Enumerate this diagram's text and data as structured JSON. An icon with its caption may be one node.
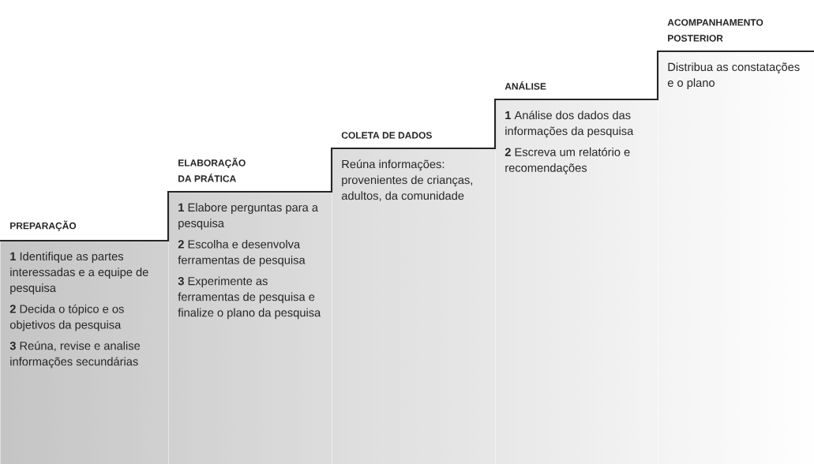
{
  "diagram": {
    "nodes": [
      {
        "text": [
          "PREPARAÇÃO",
          "**1** Identifique as partes interessadas e a equipe de pesquisa",
          "**2** Decida o tópico e os objetivos da pesquisa",
          "**3** Reúna, revise e analise informações secundárias"
        ]
      },
      {
        "text": [
          "ELABORAÇÃO DA PRÁTICA",
          "**1** Elabore perguntas para a pesquisa",
          "**2** Escolha e desenvolva ferramentas de pesquisa",
          "**3** Experimente as ferramentas de pesquisa e finalize o plano da pesquisa"
        ]
      },
      {
        "text": [
          "COLETA DE DADOS",
          "Reúna informações: provenientes de crianças, adultos, da comunidade"
        ]
      },
      {
        "text": [
          "ANÁLISE",
          "**1** Análise dos dados das informações da pesquisa",
          "**2** Escreva um relatório e recomendações"
        ]
      },
      {
        "text": [
          "ACOMPANHAMENTO POSTERIOR",
          "Distribua as constatações e o plano"
        ]
      }
    ]
  }
}
